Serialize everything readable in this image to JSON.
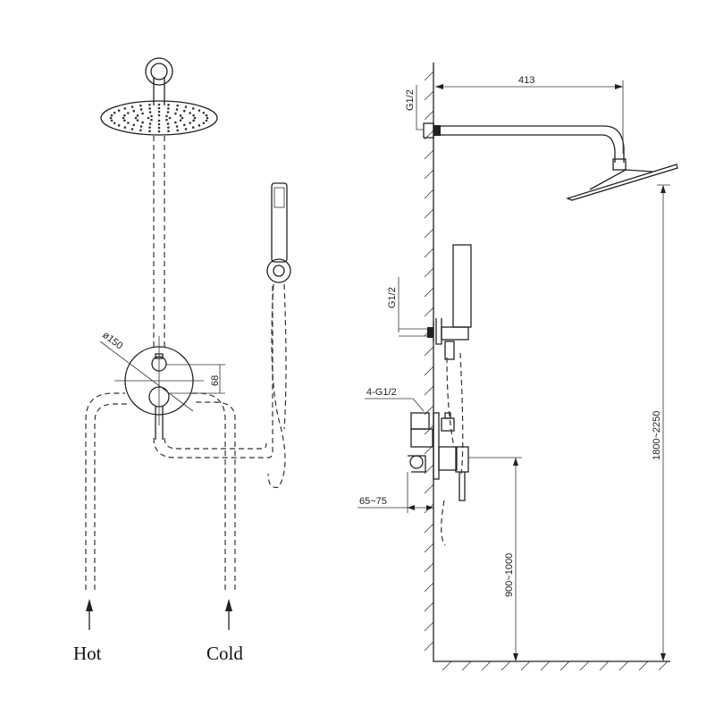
{
  "left_view": {
    "diameter_label": "ø150",
    "offset_label": "68",
    "hot_label": "Hot",
    "cold_label": "Cold"
  },
  "side_view": {
    "arm_length_label": "413",
    "top_thread_label": "G1/2",
    "hand_thread_label": "G1/2",
    "valve_thread_label": "4-G1/2",
    "depth_label": "65~75",
    "valve_height_label": "900~1000",
    "head_height_label": "1800~2250"
  }
}
